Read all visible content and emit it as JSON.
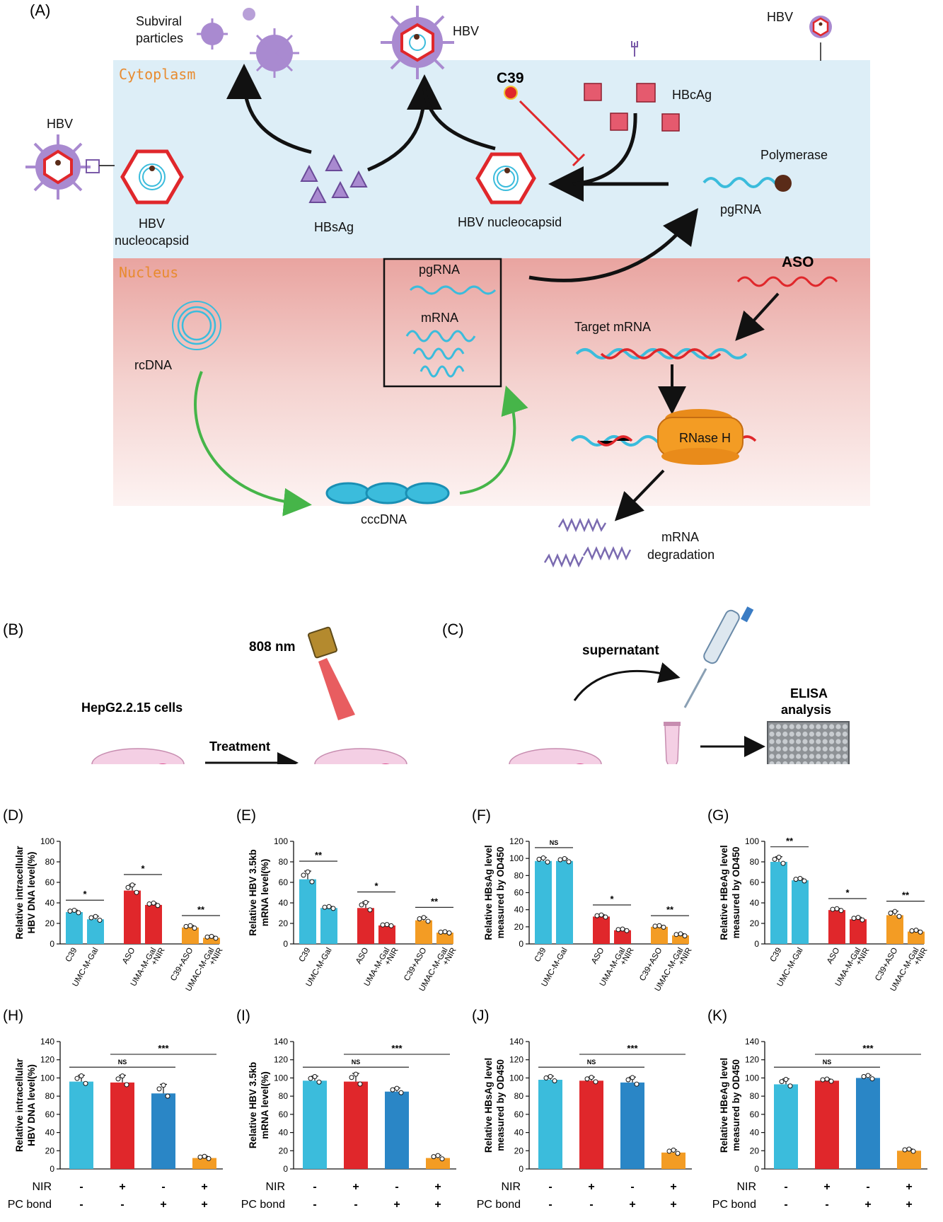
{
  "panel_a": {
    "label": "(A)",
    "labels": {
      "subviral": "Subviral\nparticles",
      "hbv_top": "HBV",
      "hbv_top_right": "HBV",
      "cytoplasm": "Cytoplasm",
      "nucleus": "Nucleus",
      "c39": "C39",
      "hbcag": "HBcAg",
      "polymerase": "Polymerase",
      "pgrna_cyto": "pgRNA",
      "hbv_left": "HBV",
      "hbv_nucleocapsid_left": "HBV\nnucleocapsid",
      "hbsag": "HBsAg",
      "hbv_nucleocapsid_mid": "HBV nucleocapsid",
      "pgrna_box": "pgRNA",
      "mrna_box": "mRNA",
      "aso": "ASO",
      "target_mrna": "Target mRNA",
      "rcdna": "rcDNA",
      "rnase_h": "RNase H",
      "cccdna": "cccDNA",
      "mrna_degradation": "mRNA\ndegradation"
    }
  },
  "panel_b": {
    "label": "(B)",
    "laser": "808 nm",
    "cells": "HepG2.2.15 cells",
    "treatment": "Treatment"
  },
  "panel_c": {
    "label": "(C)",
    "supernatant": "supernatant",
    "elisa": "ELISA\nanalysis"
  },
  "colors": {
    "cyan": "#3bbcdc",
    "red": "#e0272b",
    "blue": "#2a86c6",
    "orange": "#f39c24",
    "cytoplasm_bg": "#ddeef7",
    "nucleus_bg": "#e8a6a3"
  },
  "chart_data": [
    {
      "id": "D",
      "label": "(D)",
      "type": "bar",
      "ylabel": "Relative intracellular\nHBV DNA level(%)",
      "ylim": [
        0,
        100
      ],
      "yticks": [
        0,
        20,
        40,
        60,
        80,
        100
      ],
      "categories": [
        "C39",
        "UMC-M-Gal",
        "ASO",
        "UMA-M-Gal\n+NIR",
        "C39+ASO",
        "UMAC-M-Gal\n+NIR"
      ],
      "values": [
        31,
        24,
        52,
        38,
        16,
        6
      ],
      "errors": [
        2,
        3,
        6,
        2,
        2,
        1.5
      ],
      "colors": [
        "cyan",
        "cyan",
        "red",
        "red",
        "orange",
        "orange"
      ],
      "sig": [
        {
          "a": 0,
          "b": 1,
          "text": "*"
        },
        {
          "a": 2,
          "b": 3,
          "text": "*"
        },
        {
          "a": 4,
          "b": 5,
          "text": "**"
        }
      ]
    },
    {
      "id": "E",
      "label": "(E)",
      "type": "bar",
      "ylabel": "Relative HBV 3.5kb\nmRNA level(%)",
      "ylim": [
        0,
        100
      ],
      "yticks": [
        0,
        20,
        40,
        60,
        80,
        100
      ],
      "categories": [
        "C39",
        "UMC-M-Gal",
        "ASO",
        "UMA-M-Gal\n+NIR",
        "C39+ASO",
        "UMAC-M-Gal\n+NIR"
      ],
      "values": [
        63,
        35,
        35,
        18,
        23,
        11
      ],
      "errors": [
        8,
        1.5,
        6,
        1,
        3,
        1
      ],
      "colors": [
        "cyan",
        "cyan",
        "red",
        "red",
        "orange",
        "orange"
      ],
      "sig": [
        {
          "a": 0,
          "b": 1,
          "text": "**"
        },
        {
          "a": 2,
          "b": 3,
          "text": "*"
        },
        {
          "a": 4,
          "b": 5,
          "text": "**"
        }
      ]
    },
    {
      "id": "F",
      "label": "(F)",
      "type": "bar",
      "ylabel": "Relative HBsAg level\nmeasured by OD450",
      "ylim": [
        0,
        120
      ],
      "yticks": [
        0,
        20,
        40,
        60,
        80,
        100,
        120
      ],
      "categories": [
        "C39",
        "UMC-M-Gal",
        "ASO",
        "UMA-M-Gal\n+NIR",
        "C39+ASO",
        "UMAC-M-Gal\n+NIR"
      ],
      "values": [
        97,
        97,
        32,
        16,
        20,
        10
      ],
      "errors": [
        4,
        3,
        2,
        1.5,
        1.5,
        2
      ],
      "colors": [
        "cyan",
        "cyan",
        "red",
        "red",
        "orange",
        "orange"
      ],
      "sig": [
        {
          "a": 0,
          "b": 1,
          "text": "NS"
        },
        {
          "a": 2,
          "b": 3,
          "text": "*"
        },
        {
          "a": 4,
          "b": 5,
          "text": "**"
        }
      ]
    },
    {
      "id": "G",
      "label": "(G)",
      "type": "bar",
      "ylabel": "Relative HBeAg level\nmeasured by OD450",
      "ylim": [
        0,
        100
      ],
      "yticks": [
        0,
        20,
        40,
        60,
        80,
        100
      ],
      "categories": [
        "C39",
        "UMC-M-Gal",
        "ASO",
        "UMA-M-Gal\n+NIR",
        "C39+ASO",
        "UMAC-M-Gal\n+NIR"
      ],
      "values": [
        80,
        62,
        33,
        24,
        28,
        12
      ],
      "errors": [
        5,
        2,
        1.5,
        2,
        4,
        1.5
      ],
      "colors": [
        "cyan",
        "cyan",
        "red",
        "red",
        "orange",
        "orange"
      ],
      "sig": [
        {
          "a": 0,
          "b": 1,
          "text": "**"
        },
        {
          "a": 2,
          "b": 3,
          "text": "*"
        },
        {
          "a": 4,
          "b": 5,
          "text": "**"
        }
      ]
    },
    {
      "id": "H",
      "label": "(H)",
      "type": "bar",
      "ylabel": "Relative intracellular\nHBV DNA level(%)",
      "ylim": [
        0,
        140
      ],
      "yticks": [
        0,
        20,
        40,
        60,
        80,
        100,
        120,
        140
      ],
      "rows": [
        {
          "name": "NIR",
          "values": [
            "-",
            "+",
            "-",
            "+"
          ]
        },
        {
          "name": "PC bond",
          "values": [
            "-",
            "-",
            "+",
            "+"
          ]
        }
      ],
      "values": [
        96,
        95,
        83,
        12
      ],
      "errors": [
        7,
        8,
        10,
        2
      ],
      "colors": [
        "cyan",
        "red",
        "blue",
        "orange"
      ],
      "sig": [
        {
          "a": 0,
          "b": 2,
          "text": "NS"
        },
        {
          "a": 1,
          "b": 3,
          "text": "***"
        }
      ]
    },
    {
      "id": "I",
      "label": "(I)",
      "type": "bar",
      "ylabel": "Relative HBV 3.5kb\nmRNA level(%)",
      "ylim": [
        0,
        140
      ],
      "yticks": [
        0,
        20,
        40,
        60,
        80,
        100,
        120,
        140
      ],
      "rows": [
        {
          "name": "NIR",
          "values": [
            "-",
            "+",
            "-",
            "+"
          ]
        },
        {
          "name": "PC bond",
          "values": [
            "-",
            "-",
            "+",
            "+"
          ]
        }
      ],
      "values": [
        97,
        96,
        85,
        12
      ],
      "errors": [
        5,
        9,
        4,
        3
      ],
      "colors": [
        "cyan",
        "red",
        "blue",
        "orange"
      ],
      "sig": [
        {
          "a": 0,
          "b": 2,
          "text": "NS"
        },
        {
          "a": 1,
          "b": 3,
          "text": "***"
        }
      ]
    },
    {
      "id": "J",
      "label": "(J)",
      "type": "bar",
      "ylabel": "Relative HBsAg level\nmeasured by OD450",
      "ylim": [
        0,
        140
      ],
      "yticks": [
        0,
        20,
        40,
        60,
        80,
        100,
        120,
        140
      ],
      "rows": [
        {
          "name": "NIR",
          "values": [
            "-",
            "+",
            "-",
            "+"
          ]
        },
        {
          "name": "PC bond",
          "values": [
            "-",
            "-",
            "+",
            "+"
          ]
        }
      ],
      "values": [
        98,
        97,
        95,
        18
      ],
      "errors": [
        4,
        4,
        6,
        3
      ],
      "colors": [
        "cyan",
        "red",
        "blue",
        "orange"
      ],
      "sig": [
        {
          "a": 0,
          "b": 2,
          "text": "NS"
        },
        {
          "a": 1,
          "b": 3,
          "text": "***"
        }
      ]
    },
    {
      "id": "K",
      "label": "(K)",
      "type": "bar",
      "ylabel": "Relative HBeAg level\nmeasured by OD450",
      "ylim": [
        0,
        140
      ],
      "yticks": [
        0,
        20,
        40,
        60,
        80,
        100,
        120,
        140
      ],
      "rows": [
        {
          "name": "NIR",
          "values": [
            "-",
            "+",
            "-",
            "+"
          ]
        },
        {
          "name": "PC bond",
          "values": [
            "-",
            "-",
            "+",
            "+"
          ]
        }
      ],
      "values": [
        93,
        97,
        100,
        20
      ],
      "errors": [
        6,
        2,
        3,
        2
      ],
      "colors": [
        "cyan",
        "red",
        "blue",
        "orange"
      ],
      "sig": [
        {
          "a": 0,
          "b": 2,
          "text": "NS"
        },
        {
          "a": 1,
          "b": 3,
          "text": "***"
        }
      ]
    }
  ]
}
